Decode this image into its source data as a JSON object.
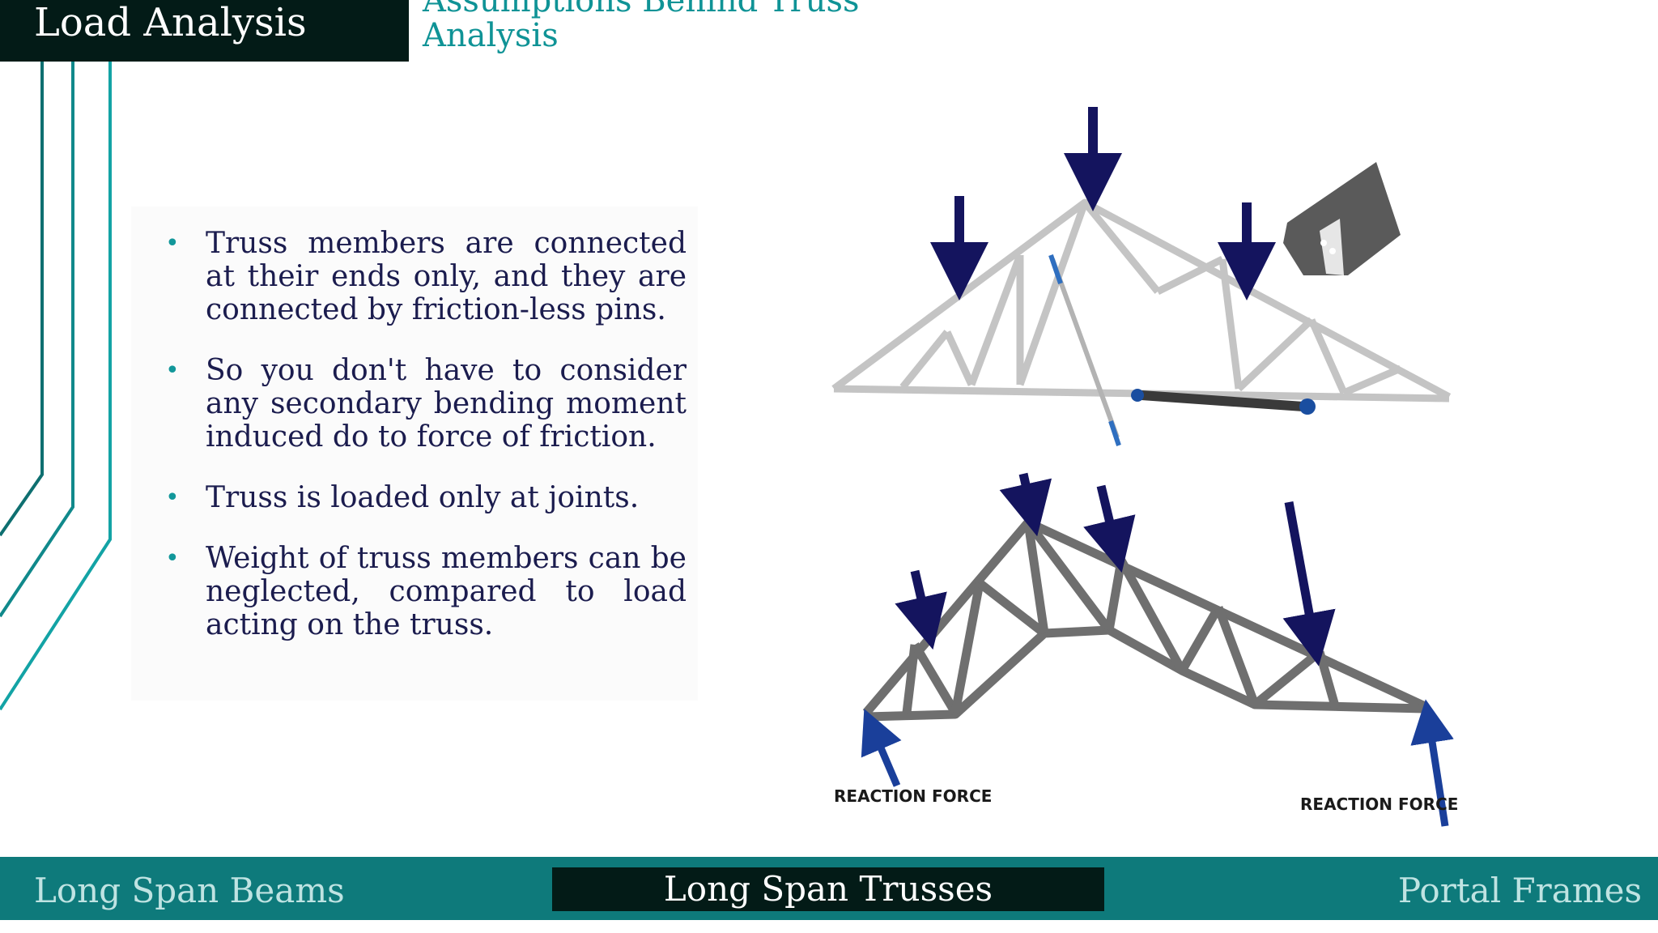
{
  "header": {
    "section_title": "Load Analysis",
    "slide_title": "Assumptions Behind Truss Analysis"
  },
  "bullets": [
    "Truss members are connected at their ends only, and they are connected by friction-less pins.",
    "So you don't have to consider any secondary bending moment induced do to force of friction.",
    "Truss is loaded only at joints.",
    "Weight of truss members can be neglected, compared to load acting on the truss."
  ],
  "figure": {
    "reaction_left": "REACTION FORCE",
    "reaction_right": "REACTION FORCE"
  },
  "footer": {
    "prev": "Long Span Beams",
    "current": "Long Span Trusses",
    "next": "Portal Frames"
  },
  "colors": {
    "dark": "#031b17",
    "teal": "#0e7a7b",
    "accent": "#0f9396",
    "text": "#1b1c4e"
  }
}
